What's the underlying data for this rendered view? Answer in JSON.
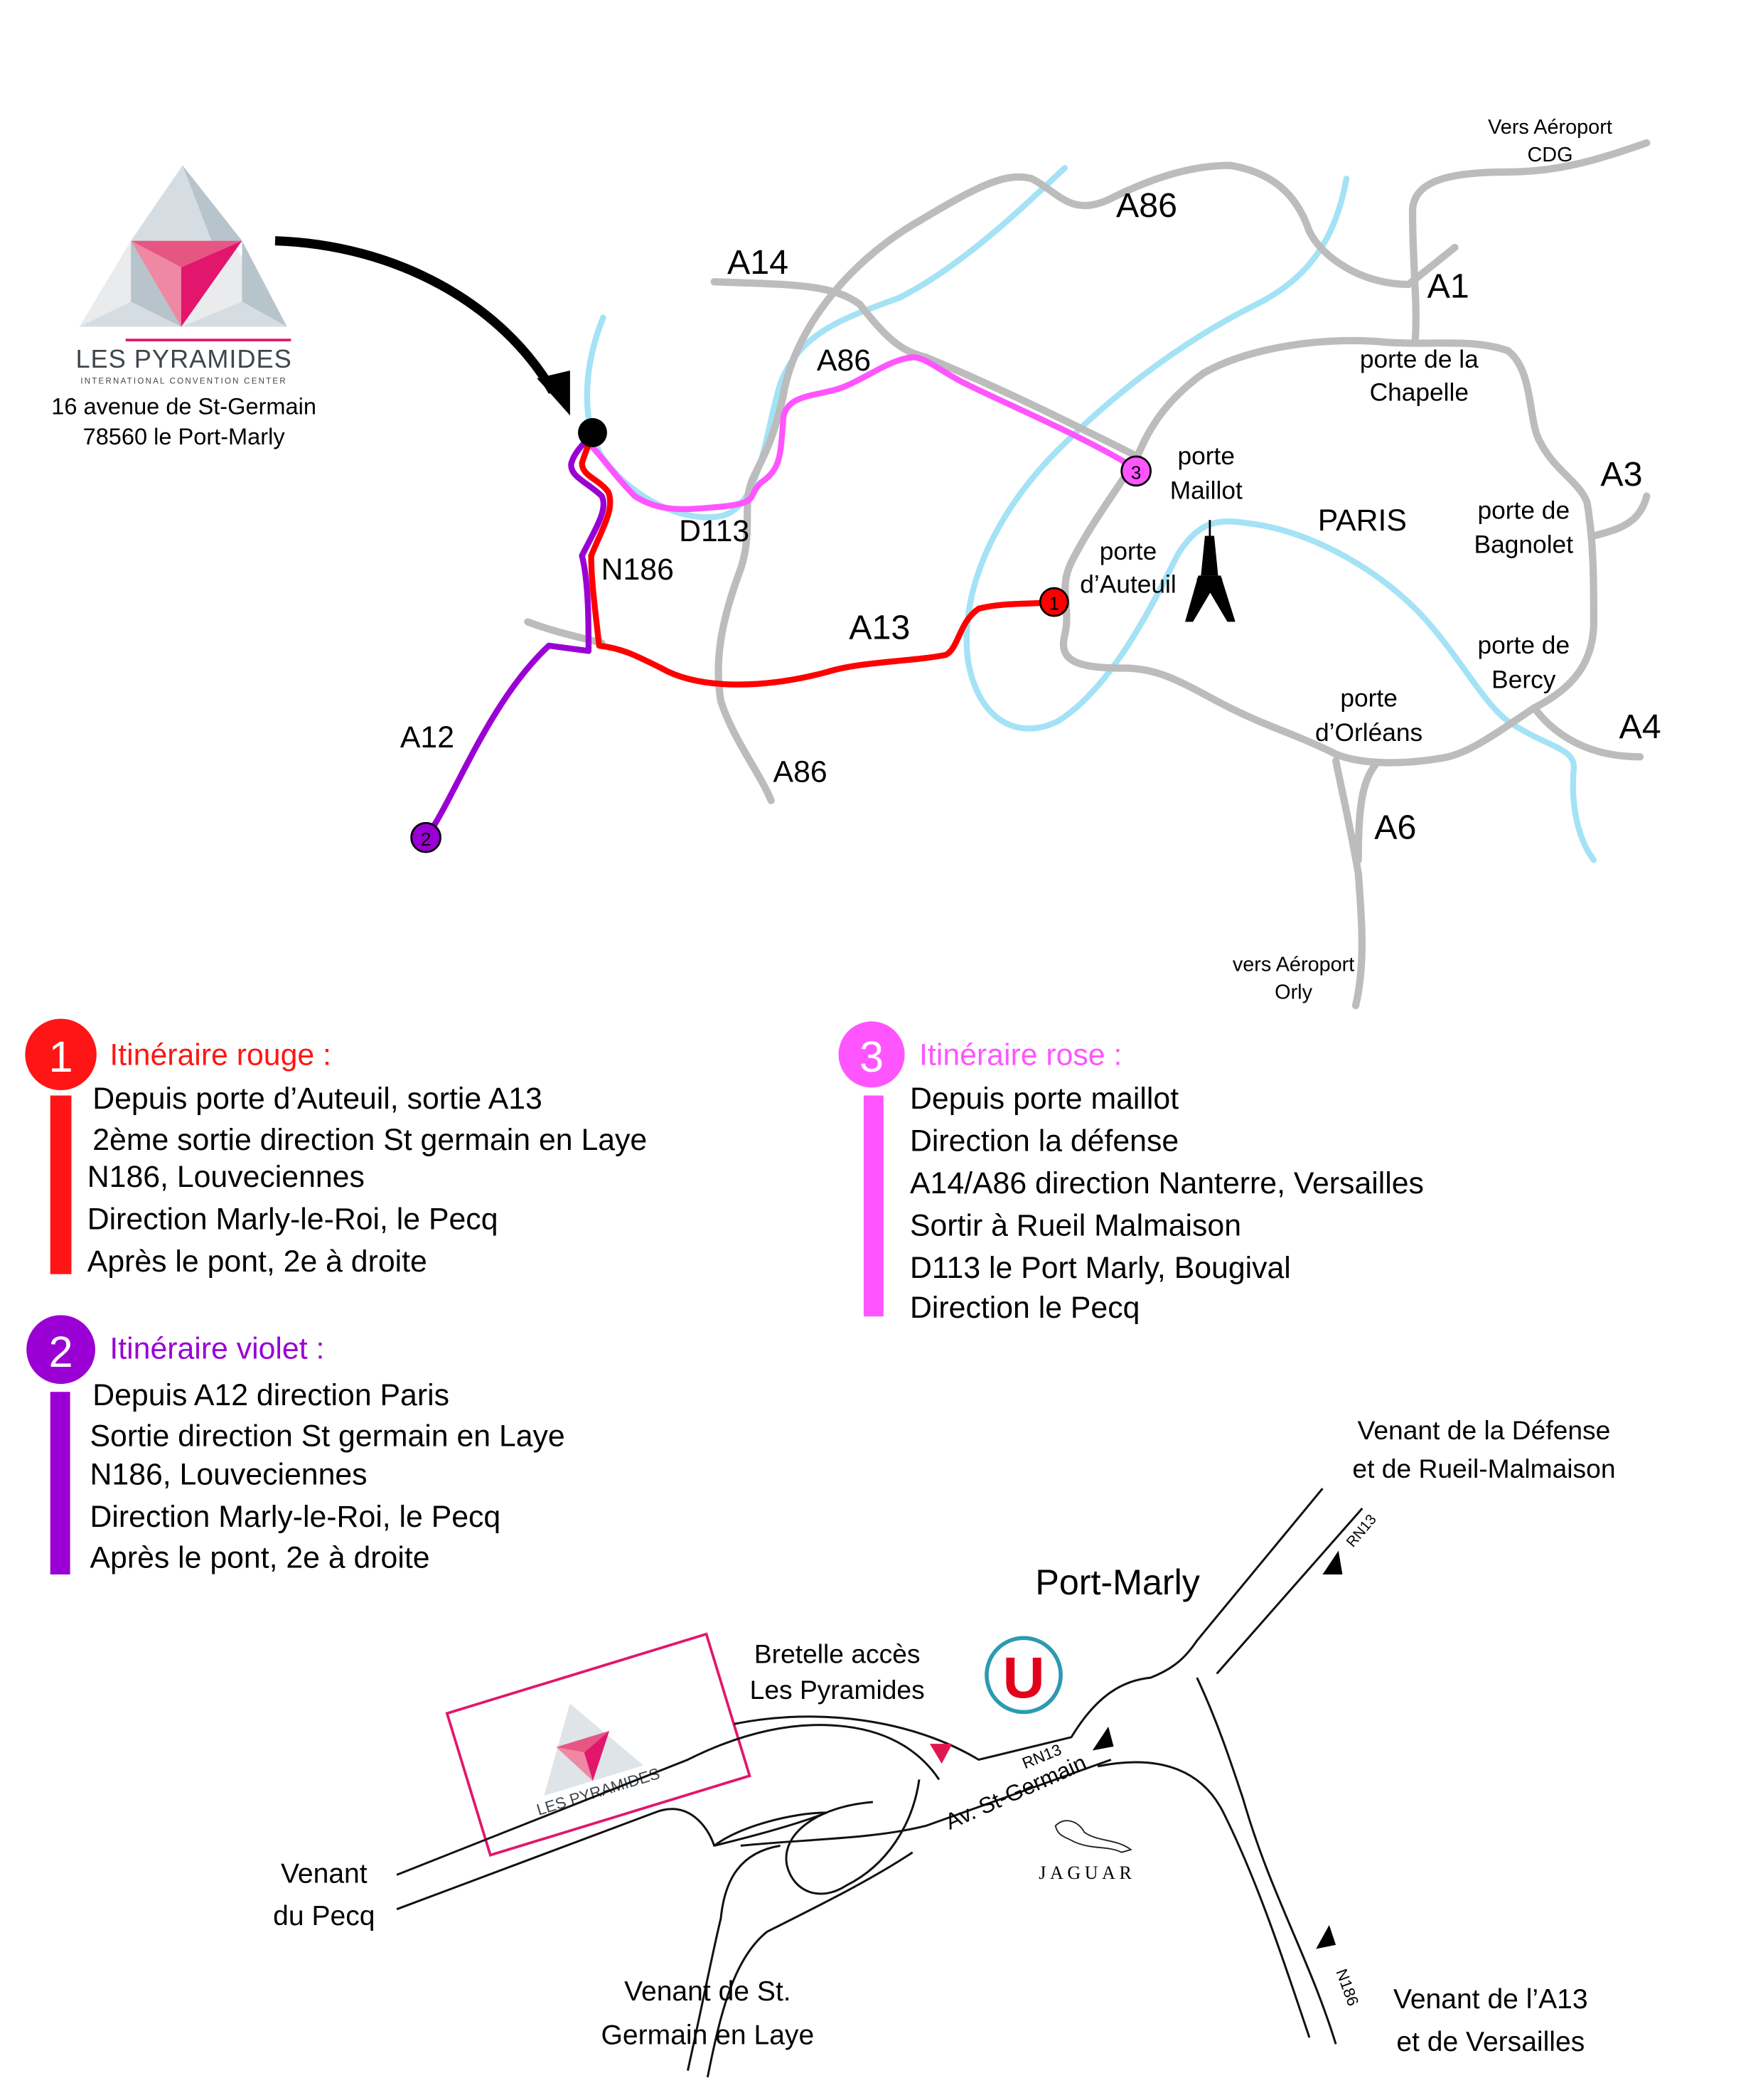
{
  "brand": {
    "name": "LES PYRAMIDES",
    "tagline": "INTERNATIONAL CONVENTION CENTER",
    "address_line1": "16 avenue de St-Germain",
    "address_line2": "78560 le Port-Marly",
    "colors": {
      "pink": "#e2166c",
      "pink_light": "#ef88a2",
      "pink_mid": "#e55683",
      "grey_dark": "#b7c4cc",
      "grey_light": "#e9ebed",
      "text": "#3f464c"
    }
  },
  "map": {
    "road_labels": {
      "a86_top": "A86",
      "a14": "A14",
      "a86_mid": "A86",
      "a1": "A1",
      "a3": "A3",
      "a4": "A4",
      "a6": "A6",
      "a12": "A12",
      "a13": "A13",
      "a86_bottom": "A86",
      "d113": "D113",
      "n186": "N186"
    },
    "place_labels": {
      "cdg_line1": "Vers Aéroport",
      "cdg_line2": "CDG",
      "orly_line1": "vers Aéroport",
      "orly_line2": "Orly",
      "chapelle_line1": "porte de la",
      "chapelle_line2": "Chapelle",
      "maillot_line1": "porte",
      "maillot_line2": "Maillot",
      "auteuil_line1": "porte",
      "auteuil_line2": "d’Auteuil",
      "paris": "PARIS",
      "bagnolet_line1": "porte de",
      "bagnolet_line2": "Bagnolet",
      "bercy_line1": "porte de",
      "bercy_line2": "Bercy",
      "orleans_line1": "porte",
      "orleans_line2": "d’Orléans"
    },
    "markers": [
      {
        "number": "1",
        "color": "#ff0000"
      },
      {
        "number": "2",
        "color": "#9900cc"
      },
      {
        "number": "3",
        "color": "#ff55ff"
      }
    ],
    "colors": {
      "road": "#bcbcbc",
      "river": "#a4e2f6",
      "route_red": "#ff0000",
      "route_violet": "#9a00d4",
      "route_pink": "#ff55ff"
    },
    "landmark": "eiffel-tower",
    "destination": "Les Pyramides"
  },
  "itineraries": [
    {
      "number": "1",
      "title": "Itinéraire rouge :",
      "color": "#ff1515",
      "steps": [
        "Depuis porte d’Auteuil, sortie A13",
        "2ème sortie direction St germain en Laye",
        "N186, Louveciennes",
        "Direction Marly-le-Roi, le Pecq",
        "Après le pont, 2e à droite"
      ]
    },
    {
      "number": "2",
      "title": "Itinéraire violet :",
      "color": "#9a00d4",
      "steps": [
        "Depuis A12 direction Paris",
        "Sortie direction St germain en Laye",
        "N186, Louveciennes",
        "Direction Marly-le-Roi, le Pecq",
        "Après le pont, 2e à droite"
      ]
    },
    {
      "number": "3",
      "title": "Itinéraire rose :",
      "color": "#ff55ff",
      "steps": [
        "Depuis porte maillot",
        "Direction la défense",
        "A14/A86 direction Nanterre, Versailles",
        "Sortir à Rueil Malmaison",
        "D113 le Port Marly, Bougival",
        "Direction le Pecq"
      ]
    }
  ],
  "local_map": {
    "town": "Port-Marly",
    "bretelle_line1": "Bretelle accès",
    "bretelle_line2": "Les Pyramides",
    "rn13_a": "RN13",
    "rn13_b": "RN13",
    "avenue": "Av. St-Germain",
    "n186": "N186",
    "jaguar": "JAGUAR",
    "super_u": "U",
    "from_defense_line1": "Venant de la Défense",
    "from_defense_line2": "et de Rueil-Malmaison",
    "from_pecq_line1": "Venant",
    "from_pecq_line2": "du Pecq",
    "from_stgermain_line1": "Venant de St.",
    "from_stgermain_line2": "Germain en Laye",
    "from_a13_line1": "Venant de l’A13",
    "from_a13_line2": "et de Versailles",
    "logo_text": "LES PYRAMIDES",
    "colors": {
      "u_red": "#e2001a",
      "u_ring": "#2a9bb0",
      "marker_pink": "#e2164e"
    }
  }
}
